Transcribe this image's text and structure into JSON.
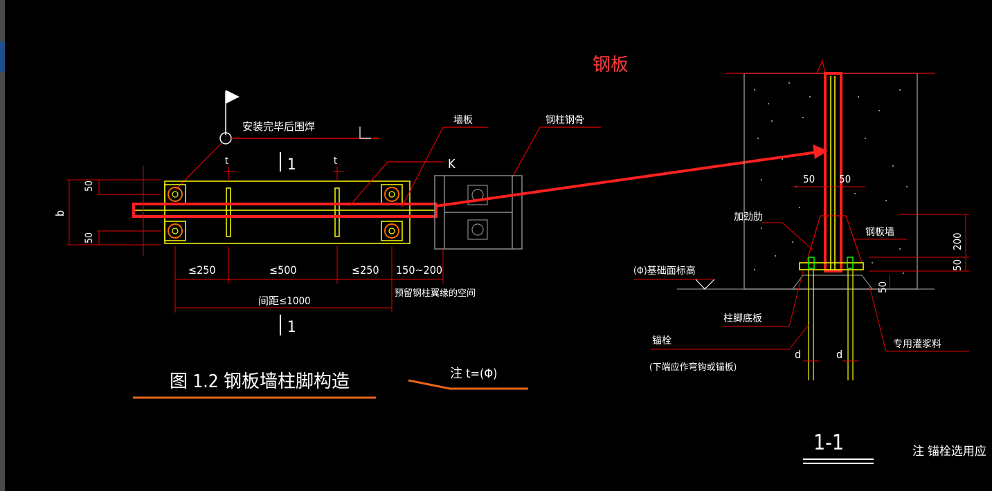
{
  "annotation": {
    "label": "钢板",
    "color": "#ff3b3b"
  },
  "plan": {
    "dim_top_50": "50",
    "dim_bottom_50": "50",
    "dim_b": "b",
    "section_mark_top": "1",
    "section_mark_bottom": "1",
    "bolt_marker_left": "t",
    "bolt_marker_right": "t",
    "callout_install": "安装完毕后围焊",
    "callout_wall": "墙板",
    "callout_column": "钢柱钢骨",
    "k_label": "K",
    "dim_250_left": "≤250",
    "dim_500": "≤500",
    "dim_250_right": "≤250",
    "dim_150_200": "150~200",
    "dim_spacing": "间距≤1000",
    "note_clearance": "预留钢柱翼缘的空间",
    "figure_title": "图 1.2  钢板墙柱脚构造",
    "note_t": "注  t=(Φ)"
  },
  "section": {
    "dim_50_left": "50",
    "dim_50_right": "50",
    "label_stiffener": "加劲肋",
    "label_steel_plate": "钢板墙",
    "label_base_elevation": "(Φ)基础面标高",
    "label_base_plate": "柱脚底板",
    "label_anchor": "锚栓",
    "label_anchor_note": "(下端应作弯钩或锚板)",
    "label_grout": "专用灌浆料",
    "dim_200": "200",
    "dim_50_a": "50",
    "dim_50_b": "50",
    "d_left": "d",
    "d_right": "d",
    "section_title": "1-1",
    "note_anchor": "注  锚栓选用应"
  },
  "colors": {
    "red": "#e60000",
    "yellow": "#ffff00",
    "green": "#00ff00",
    "gray": "#8a8a8a",
    "highlight": "#ff2020",
    "orange": "#e8661a",
    "white": "#ffffff",
    "cyan": "#00ffff"
  }
}
